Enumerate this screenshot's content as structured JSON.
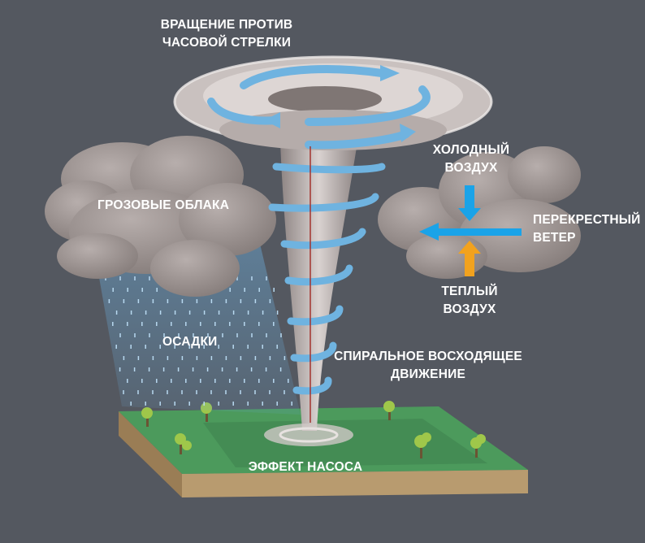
{
  "labels": {
    "rotation_line1": "ВРАЩЕНИЕ ПРОТИВ",
    "rotation_line2": "ЧАСОВОЙ СТРЕЛКИ",
    "storm_clouds": "ГРОЗОВЫЕ ОБЛАКА",
    "cold_line1": "ХОЛОДНЫЙ",
    "cold_line2": "ВОЗДУХ",
    "cross_line1": "ПЕРЕКРЕСТНЫЙ",
    "cross_line2": "ВЕТЕР",
    "warm_line1": "ТЕПЛЫЙ",
    "warm_line2": "ВОЗДУХ",
    "precipitation": "ОСАДКИ",
    "spiral_line1": "СПИРАЛЬНОЕ ВОСХОДЯЩЕЕ",
    "spiral_line2": "ДВИЖЕНИЕ",
    "pump_effect": "ЭФФЕКТ НАСОСА"
  },
  "colors": {
    "background": "#545860",
    "cloud": "#9a9090",
    "spiral": "#6fb3e0",
    "cold_arrow": "#1aa3e8",
    "warm_arrow": "#f2a21e",
    "ground_grass": "#4c9a5c",
    "ground_soil": "#b89b6f",
    "rain": "#6aa9d6"
  }
}
